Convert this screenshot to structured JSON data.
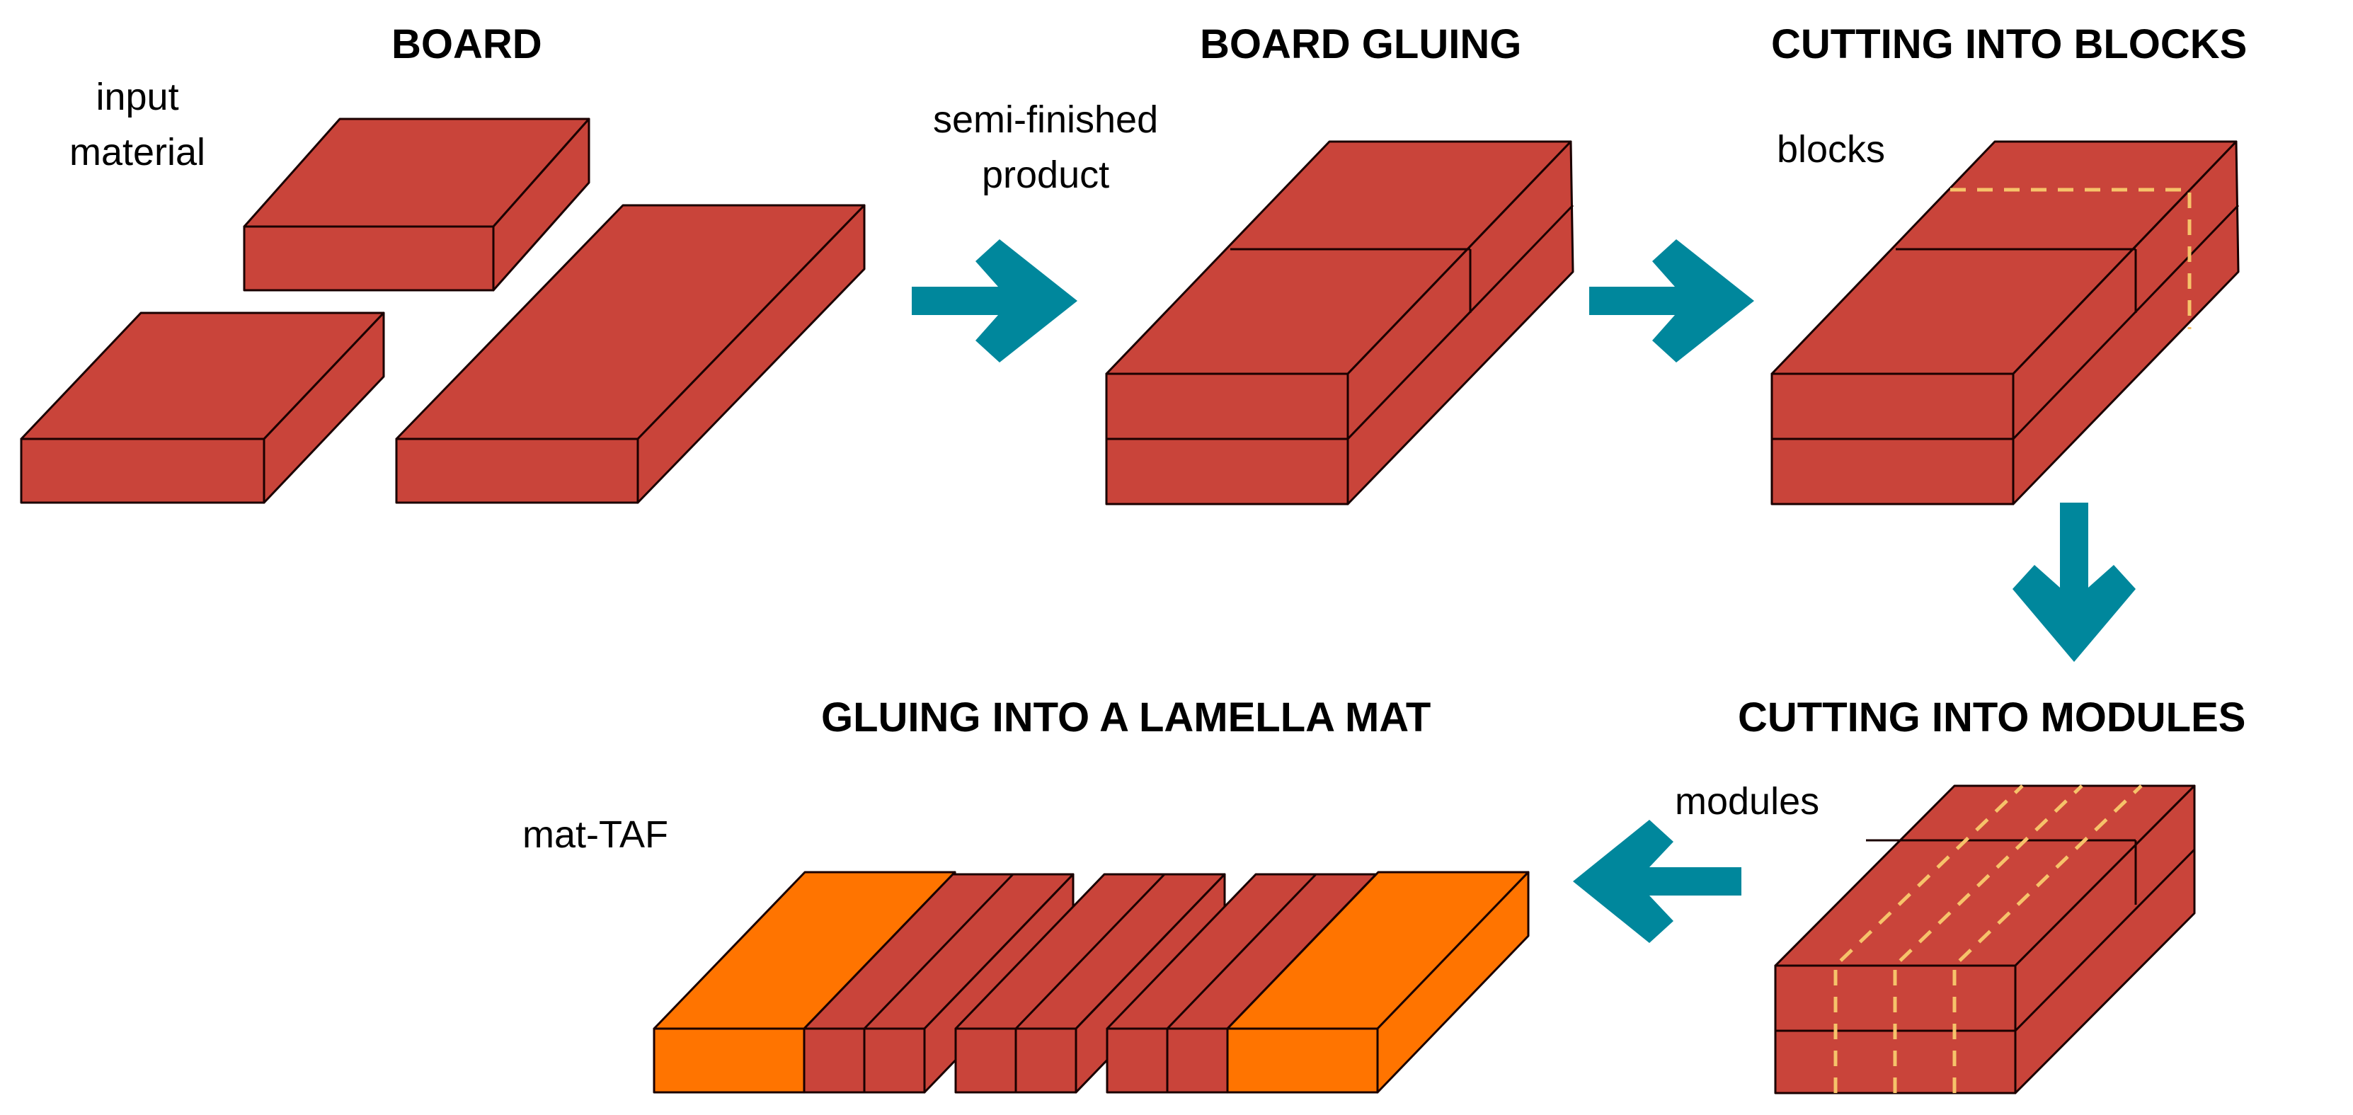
{
  "headings": {
    "board": "BOARD",
    "board_gluing": "BOARD GLUING",
    "cutting_blocks": "CUTTING INTO BLOCKS",
    "cutting_modules": "CUTTING INTO MODULES",
    "gluing_mat": "GLUING INTO A LAMELLA MAT"
  },
  "labels": {
    "input_material": [
      "input",
      "material"
    ],
    "semi_finished": [
      "semi-finished",
      "product"
    ],
    "blocks": "blocks",
    "modules": "modules",
    "mat_taf": "mat-TAF"
  },
  "colors": {
    "board": "#C9443A",
    "outline": "#1a0000",
    "arrow": "#00879C",
    "cut_line": "#F6C36A",
    "taf": "#FF7400"
  }
}
